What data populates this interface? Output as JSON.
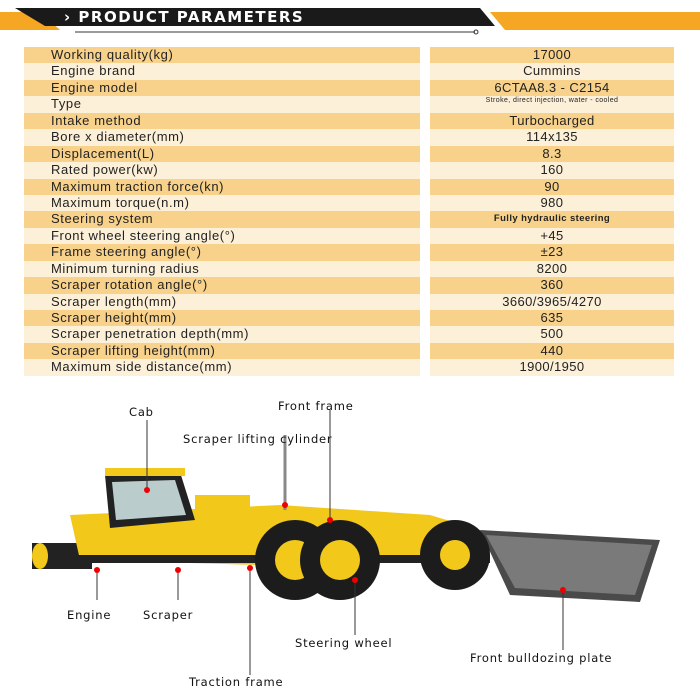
{
  "header": {
    "title": "PRODUCT PARAMETERS",
    "chevron": "›"
  },
  "params": [
    {
      "k": "Working quality(kg)",
      "v": "17000"
    },
    {
      "k": "Engine brand",
      "v": "Cummins"
    },
    {
      "k": "Engine model",
      "v": "6CTAA8.3 - C2154"
    },
    {
      "k": "Type",
      "v": "Stroke, direct injection, water - cooled"
    },
    {
      "k": "Intake method",
      "v": "Turbocharged"
    },
    {
      "k": "Bore x diameter(mm)",
      "v": "114x135"
    },
    {
      "k": "Displacement(L)",
      "v": "8.3"
    },
    {
      "k": "Rated power(kw)",
      "v": "160"
    },
    {
      "k": "Maximum traction force(kn)",
      "v": "90"
    },
    {
      "k": "Maximum torque(n.m)",
      "v": "980"
    },
    {
      "k": "Steering system",
      "v": "Fully hydraulic steering"
    },
    {
      "k": "Front wheel steering angle(°)",
      "v": "+45"
    },
    {
      "k": "Frame steering angle(°)",
      "v": "±23"
    },
    {
      "k": "Minimum turning radius",
      "v": "8200"
    },
    {
      "k": "Scraper rotation angle(°)",
      "v": "360"
    },
    {
      "k": "Scraper length(mm)",
      "v": "3660/3965/4270"
    },
    {
      "k": "Scraper height(mm)",
      "v": "635"
    },
    {
      "k": "Scraper penetration depth(mm)",
      "v": "500"
    },
    {
      "k": "Scraper lifting height(mm)",
      "v": "440"
    },
    {
      "k": "Maximum side distance(mm)",
      "v": "1900/1950"
    }
  ],
  "labels": {
    "cab": "Cab",
    "front_frame": "Front frame",
    "cylinder": "Scraper lifting cylinder",
    "engine": "Engine",
    "scraper": "Scraper",
    "steering_wheel": "Steering wheel",
    "plate": "Front bulldozing plate",
    "traction": "Traction frame"
  },
  "colors": {
    "orange": "#f5a623",
    "dark": "#f8d28a",
    "light": "#fdf0d8",
    "machine": "#f2c81a"
  }
}
